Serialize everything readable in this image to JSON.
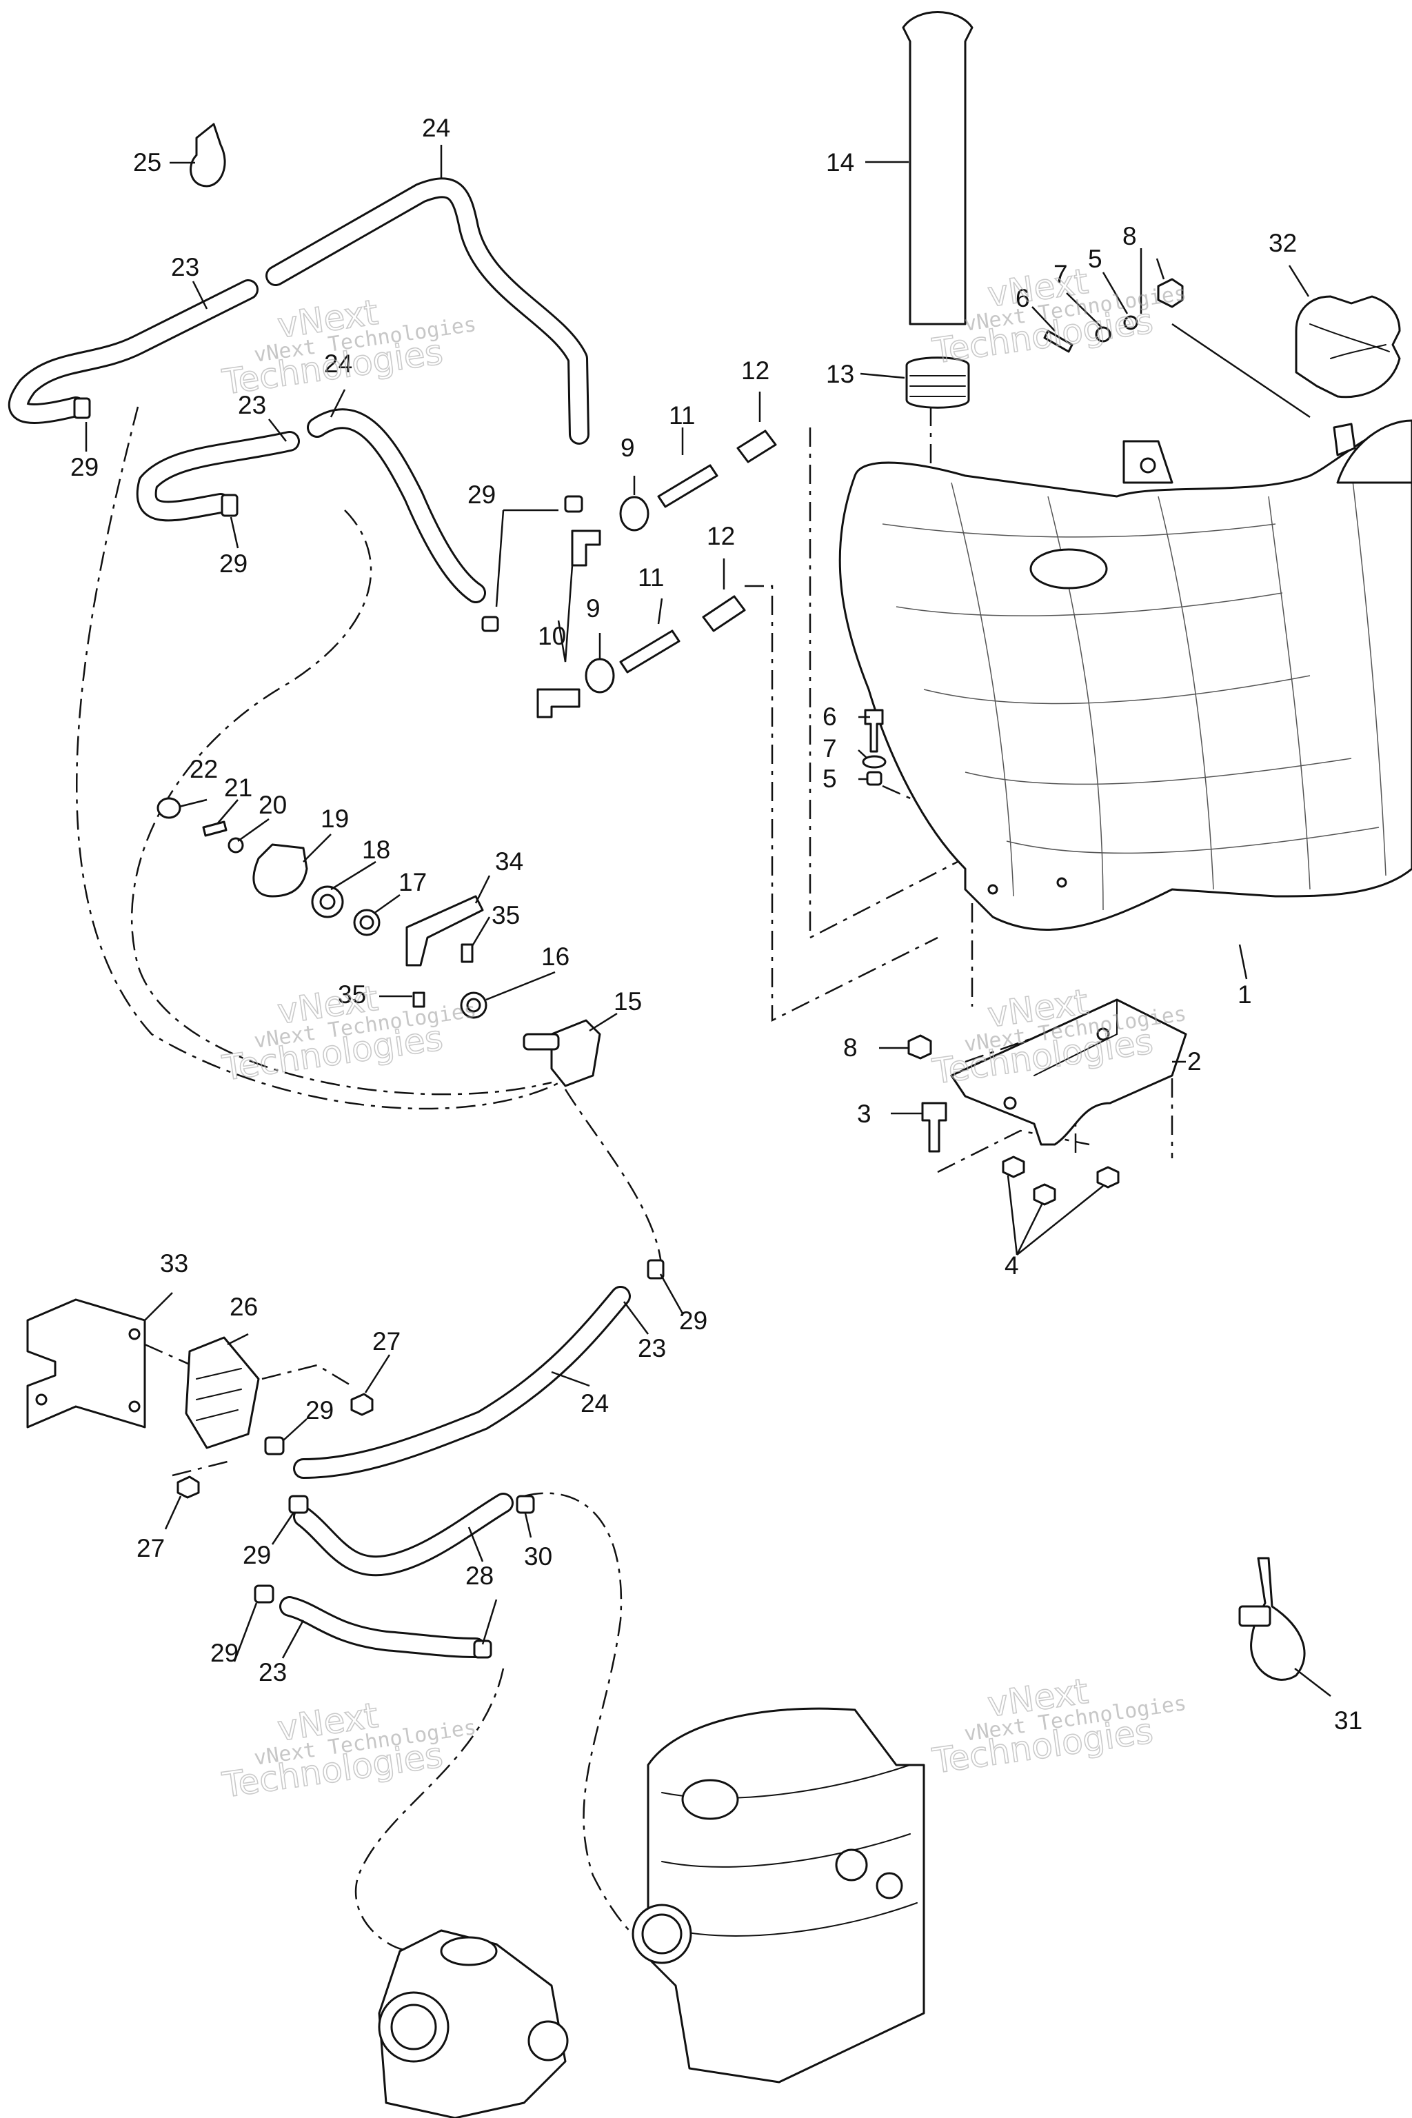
{
  "diagram": {
    "callouts": [
      "1",
      "2",
      "3",
      "4",
      "5",
      "5",
      "6",
      "6",
      "7",
      "7",
      "8",
      "8",
      "9",
      "9",
      "10",
      "11",
      "11",
      "12",
      "12",
      "13",
      "14",
      "15",
      "16",
      "17",
      "18",
      "19",
      "20",
      "21",
      "22",
      "23",
      "23",
      "23",
      "23",
      "24",
      "24",
      "24",
      "25",
      "26",
      "27",
      "27",
      "28",
      "29",
      "29",
      "29",
      "29",
      "29",
      "29",
      "29",
      "30",
      "31",
      "32",
      "33",
      "34",
      "35",
      "35"
    ]
  },
  "watermark": {
    "line1": "vNext Technologies",
    "line2": "vNext",
    "line3": "Technologies"
  }
}
